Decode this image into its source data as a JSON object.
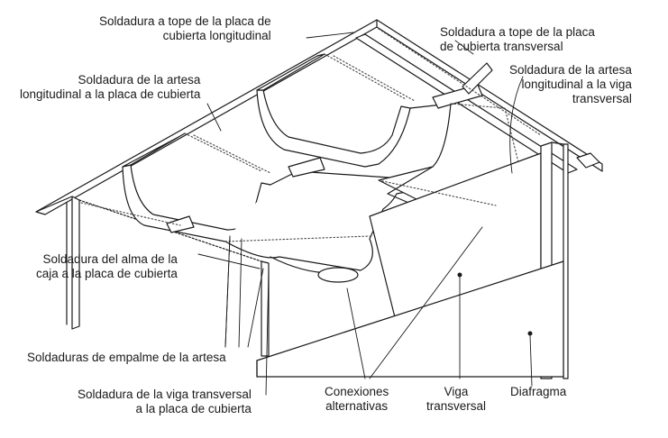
{
  "labels": {
    "longitudinal_butt_weld": [
      "Soldadura a tope de la placa de",
      "cubierta longitudinal"
    ],
    "transverse_butt_weld": [
      "Soldadura a tope de la placa",
      "de cubierta transversal"
    ],
    "trough_to_deck_weld": [
      "Soldadura de la artesa",
      "longitudinal a la placa de cubierta"
    ],
    "trough_to_beam_weld": [
      "Soldadura de la artesa",
      "longitudinal a la viga",
      "transversal"
    ],
    "box_web_to_deck_weld": [
      "Soldadura del alma de la",
      "caja a la placa de cubierta"
    ],
    "trough_splice_welds": [
      "Soldaduras de empalme de la artesa"
    ],
    "beam_to_deck_weld": [
      "Soldadura de la viga transversal",
      "a la placa de cubierta"
    ],
    "alternative_connections": [
      "Conexiones",
      "alternativas"
    ],
    "transverse_beam": [
      "Viga",
      "transversal"
    ],
    "diaphragm": [
      "Diafragma"
    ]
  },
  "colors": {
    "line": "#1a1a1a",
    "fill": "#ffffff",
    "weld": "#444444"
  }
}
